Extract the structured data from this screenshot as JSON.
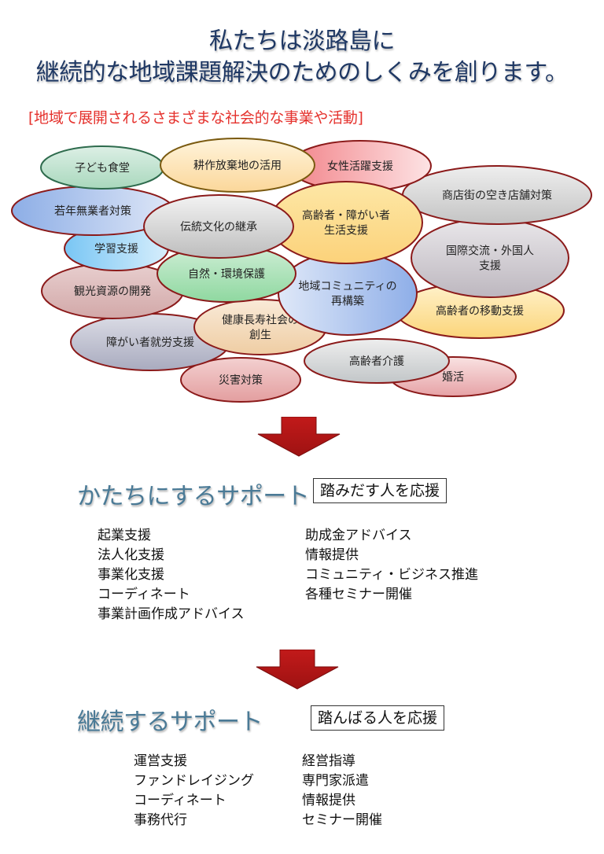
{
  "header": {
    "title_line1": "私たちは淡路島に",
    "title_line2": "継続的な地域課題解決のためのしくみを創ります。",
    "subtitle": "[地域で展開されるさまざまな社会的な事業や活動]"
  },
  "colors": {
    "title": "#1f3864",
    "subtitle": "#e5322d",
    "arrow": "#b01515",
    "section_heading": "#4a7a96"
  },
  "activities": [
    {
      "label": "子ども食堂",
      "fill_a": "#dcefe5",
      "fill_b": "#a9d8bd",
      "stroke": "#2e6b4d"
    },
    {
      "label": "耕作放棄地の活用",
      "fill_a": "#fff4dc",
      "fill_b": "#fbd79a",
      "stroke": "#7a5a10"
    },
    {
      "label": "女性活躍支援",
      "fill_a": "#f2848a",
      "fill_b": "#fde3e4",
      "stroke": "#8b1a1a"
    },
    {
      "label": "商店街の空き店舗対策",
      "fill_a": "#eeeeee",
      "fill_b": "#c4c4c4",
      "stroke": "#8b1a1a"
    },
    {
      "label": "若年無業者対策",
      "fill_a": "#8daee6",
      "fill_b": "#dfe7f7",
      "stroke": "#8b1a1a"
    },
    {
      "label": "伝統文化の継承",
      "fill_a": "#f3f3f3",
      "fill_b": "#bdbdbd",
      "stroke": "#8b1a1a"
    },
    {
      "label": "高齢者・障がい者\n生活支援",
      "fill_a": "#fde7a6",
      "fill_b": "#fcd27a",
      "stroke": "#8b1a1a"
    },
    {
      "label": "学習支援",
      "fill_a": "#79c6f4",
      "fill_b": "#d7eefc",
      "stroke": "#8b1a1a"
    },
    {
      "label": "国際交流・外国人\n支援",
      "fill_a": "#e9e7ea",
      "fill_b": "#bdb7bf",
      "stroke": "#8b1a1a"
    },
    {
      "label": "自然・環境保護",
      "fill_a": "#cfeed6",
      "fill_b": "#8fd8a0",
      "stroke": "#8b1a1a"
    },
    {
      "label": "観光資源の開発",
      "fill_a": "#e8cfcf",
      "fill_b": "#d2a8a8",
      "stroke": "#8b1a1a"
    },
    {
      "label": "地域コミュニティの\n再構築",
      "fill_a": "#dfe8f8",
      "fill_b": "#8eaee8",
      "stroke": "#8b1a1a"
    },
    {
      "label": "高齢者の移動支援",
      "fill_a": "#fff2cc",
      "fill_b": "#fbd57a",
      "stroke": "#8b1a1a"
    },
    {
      "label": "健康長寿社会の\n創生",
      "fill_a": "#f9ead8",
      "fill_b": "#efcda3",
      "stroke": "#8b1a1a"
    },
    {
      "label": "障がい者就労支援",
      "fill_a": "#dcdde6",
      "fill_b": "#a9abbf",
      "stroke": "#8b1a1a"
    },
    {
      "label": "高齢者介護",
      "fill_a": "#eeeeee",
      "fill_b": "#c2c6c8",
      "stroke": "#8b1a1a"
    },
    {
      "label": "婚活",
      "fill_a": "#f9e2e2",
      "fill_b": "#e6a2a6",
      "stroke": "#8b1a1a"
    },
    {
      "label": "災害対策",
      "fill_a": "#f3d0d0",
      "fill_b": "#e39e9f",
      "stroke": "#8b1a1a"
    }
  ],
  "section1": {
    "heading": "かたちにするサポート",
    "tag": "踏みだす人を応援",
    "col1": [
      "起業支援",
      "法人化支援",
      "事業化支援",
      "コーディネート",
      "事業計画作成アドバイス"
    ],
    "col2": [
      "助成金アドバイス",
      "情報提供",
      "コミュニティ・ビジネス推進",
      "各種セミナー開催"
    ]
  },
  "section2": {
    "heading": "継続するサポート",
    "tag": "踏んばる人を応援",
    "col1": [
      "運営支援",
      "ファンドレイジング",
      "コーディネート",
      "事務代行"
    ],
    "col2": [
      "経営指導",
      "専門家派遣",
      "情報提供",
      "セミナー開催"
    ]
  }
}
